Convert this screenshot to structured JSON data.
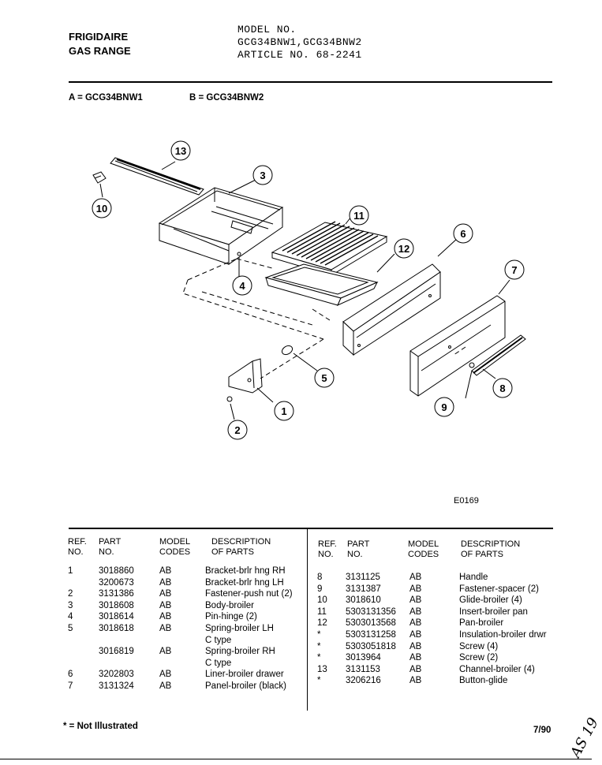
{
  "header": {
    "brand": "FRIGIDAIRE",
    "product": "GAS RANGE",
    "model_label": "MODEL NO.",
    "models": "GCG34BNW1,GCG34BNW2",
    "article": "ARTICLE NO. 68-2241"
  },
  "codes": {
    "a": "A = GCG34BNW1",
    "b": "B = GCG34BNW2"
  },
  "diagram": {
    "callouts": [
      "13",
      "3",
      "10",
      "11",
      "6",
      "12",
      "4",
      "7",
      "5",
      "1",
      "8",
      "9",
      "2"
    ],
    "figure_id": "E0169"
  },
  "table": {
    "headers": {
      "ref": [
        "REF.",
        "NO."
      ],
      "part": [
        "PART",
        "NO."
      ],
      "model": [
        "MODEL",
        "CODES"
      ],
      "desc": [
        "DESCRIPTION",
        "OF PARTS"
      ]
    },
    "left_rows": [
      {
        "ref": "1",
        "part": "3018860",
        "model": "AB",
        "desc": "Bracket-brlr hng RH"
      },
      {
        "ref": "",
        "part": "3200673",
        "model": "AB",
        "desc": "Bracket-brlr hng LH"
      },
      {
        "ref": "2",
        "part": "3131386",
        "model": "AB",
        "desc": "Fastener-push nut (2)"
      },
      {
        "ref": "3",
        "part": "3018608",
        "model": "AB",
        "desc": "Body-broiler"
      },
      {
        "ref": "4",
        "part": "3018614",
        "model": "AB",
        "desc": "Pin-hinge (2)"
      },
      {
        "ref": "5",
        "part": "3018618",
        "model": "AB",
        "desc": "Spring-broiler LH"
      },
      {
        "ref": "",
        "part": "",
        "model": "",
        "desc": "C type"
      },
      {
        "ref": "",
        "part": "3016819",
        "model": "AB",
        "desc": "Spring-broiler RH"
      },
      {
        "ref": "",
        "part": "",
        "model": "",
        "desc": "C type"
      },
      {
        "ref": "6",
        "part": "3202803",
        "model": "AB",
        "desc": "Liner-broiler drawer"
      },
      {
        "ref": "7",
        "part": "3131324",
        "model": "AB",
        "desc": "Panel-broiler (black)"
      }
    ],
    "right_rows": [
      {
        "ref": "8",
        "part": "3131125",
        "model": "AB",
        "desc": "Handle"
      },
      {
        "ref": "9",
        "part": "3131387",
        "model": "AB",
        "desc": "Fastener-spacer (2)"
      },
      {
        "ref": "10",
        "part": "3018610",
        "model": "AB",
        "desc": "Glide-broiler (4)"
      },
      {
        "ref": "11",
        "part": "5303131356",
        "model": "AB",
        "desc": "Insert-broiler pan"
      },
      {
        "ref": "12",
        "part": "5303013568",
        "model": "AB",
        "desc": "Pan-broiler"
      },
      {
        "ref": "*",
        "part": "5303131258",
        "model": "AB",
        "desc": "Insulation-broiler drwr"
      },
      {
        "ref": "*",
        "part": "5303051818",
        "model": "AB",
        "desc": "Screw (4)"
      },
      {
        "ref": "*",
        "part": "3013964",
        "model": "AB",
        "desc": "Screw (2)"
      },
      {
        "ref": "13",
        "part": "3131153",
        "model": "AB",
        "desc": "Channel-broiler (4)"
      },
      {
        "ref": "*",
        "part": "3206216",
        "model": "AB",
        "desc": "Button-glide"
      }
    ]
  },
  "footer": {
    "note": "* = Not Illustrated",
    "date": "7/90",
    "handwriting": "AS 19"
  }
}
